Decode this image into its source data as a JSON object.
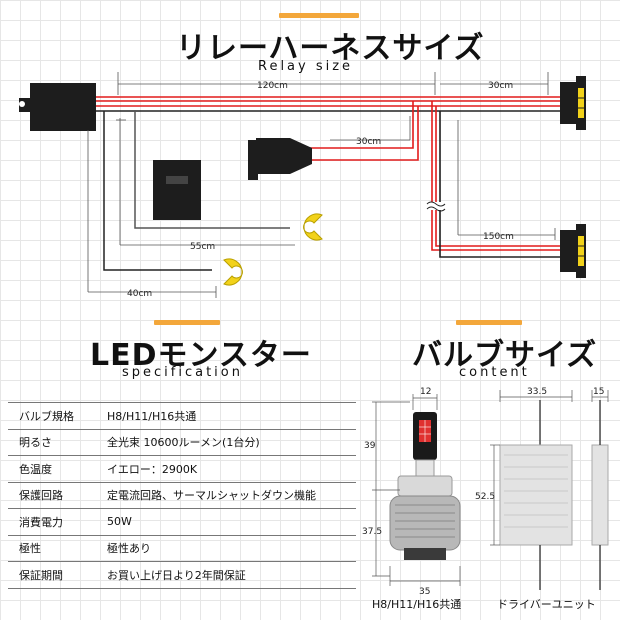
{
  "relay": {
    "title": "リレーハーネスサイズ",
    "subtitle": "Relay size",
    "dims": {
      "d120": "120cm",
      "d30_top": "30cm",
      "d30_mid": "30cm",
      "d150": "150cm",
      "d55": "55cm",
      "d40": "40cm"
    }
  },
  "spec": {
    "title": "LEDモンスター",
    "subtitle": "specification",
    "rows": [
      {
        "label": "バルブ規格",
        "value": "H8/H11/H16共通"
      },
      {
        "label": "明るさ",
        "value": "全光束 10600ルーメン(1台分)"
      },
      {
        "label": "色温度",
        "value": "イエロー：2900K"
      },
      {
        "label": "保護回路",
        "value": "定電流回路、サーマルシャットダウン機能"
      },
      {
        "label": "消費電力",
        "value": "50W"
      },
      {
        "label": "極性",
        "value": "極性あり"
      },
      {
        "label": "保証期間",
        "value": "お買い上げ日より2年間保証"
      }
    ]
  },
  "bulb": {
    "title": "バルブサイズ",
    "subtitle": "content",
    "dims": {
      "w12": "12",
      "h39": "39",
      "h37_5": "37.5",
      "w35": "35",
      "w33_5": "33.5",
      "w15": "15",
      "h52_5": "52.5"
    },
    "caption_bulb": "H8/H11/H16共通",
    "caption_driver": "ドライバーユニット"
  },
  "colors": {
    "accent": "#f3a73b",
    "wire_red": "#e21b1b",
    "wire_black": "#222222",
    "terminal_yellow": "#f2d21a",
    "led_red": "#e0302f"
  }
}
